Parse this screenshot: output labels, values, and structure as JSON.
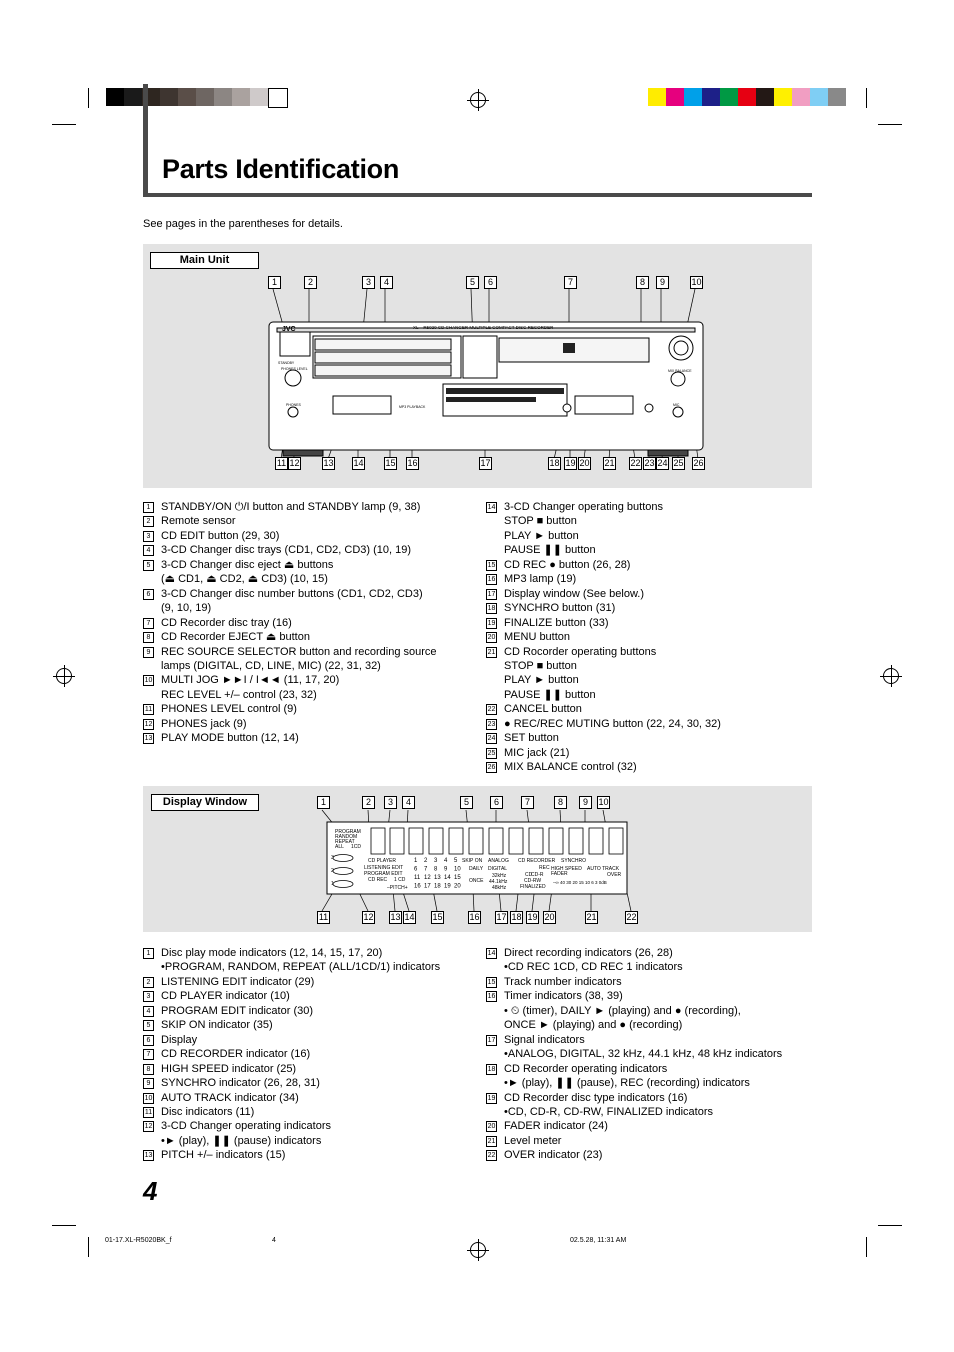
{
  "page": {
    "title": "Parts Identification",
    "intro": "See pages in the parentheses for details.",
    "page_number": "4",
    "footer_left": "01-17.XL-R5020BK_f",
    "footer_center": "4",
    "footer_right": "02.5.28, 11:31 AM"
  },
  "print_marks": {
    "gray_swatches": [
      "#000000",
      "#1a1a1a",
      "#2e2620",
      "#3e3530",
      "#5a4e48",
      "#6e6662",
      "#8c8683",
      "#aaa29f",
      "#cfcaca",
      "#ffffff"
    ],
    "color_swatches": [
      "#ffec00",
      "#e6007e",
      "#00a0e9",
      "#1d2088",
      "#009944",
      "#e60012",
      "#231815",
      "#fff000",
      "#f19ec2",
      "#7fcef4",
      "#898989"
    ]
  },
  "main_unit": {
    "label": "Main Unit",
    "device_title": "XL – R5020  CD CHANGER  MULTIPLE COMPACT DISC RECORDER",
    "brand": "JVC",
    "panel_texts": {
      "standby": "STANDBY",
      "phones_level": "PHONES LEVEL",
      "phones": "PHONES",
      "mp3_playback": "MP3 PLAYBACK",
      "mic": "MIC",
      "mix_balance": "MIX BALANCE"
    },
    "callouts_top": [
      "1",
      "2",
      "3",
      "4",
      "5",
      "6",
      "7",
      "8",
      "9",
      "10"
    ],
    "callouts_bottom": [
      "11",
      "12",
      "13",
      "14",
      "15",
      "16",
      "17",
      "18",
      "19",
      "20",
      "21",
      "22",
      "23",
      "24",
      "25",
      "26"
    ]
  },
  "main_list_left": [
    {
      "n": "1",
      "text": "STANDBY/ON ⏻/I button and STANDBY lamp (9, 38)"
    },
    {
      "n": "2",
      "text": "Remote sensor"
    },
    {
      "n": "3",
      "text": "CD EDIT button (29, 30)"
    },
    {
      "n": "4",
      "text": "3-CD Changer disc trays (CD1, CD2, CD3) (10, 19)"
    },
    {
      "n": "5",
      "text": "3-CD Changer disc eject ⏏ buttons"
    },
    {
      "n": "",
      "text": "(⏏ CD1, ⏏ CD2, ⏏ CD3) (10, 15)"
    },
    {
      "n": "6",
      "text": " 3-CD Changer disc number buttons (CD1, CD2, CD3)"
    },
    {
      "n": "",
      "text": "(9, 10, 19)"
    },
    {
      "n": "7",
      "text": "CD Recorder disc tray (16)"
    },
    {
      "n": "8",
      "text": "CD Recorder EJECT ⏏ button"
    },
    {
      "n": "9",
      "text": "REC SOURCE SELECTOR button and recording source"
    },
    {
      "n": "",
      "text": "lamps (DIGITAL, CD, LINE, MIC) (22, 31, 32)"
    },
    {
      "n": "10",
      "text": "MULTI JOG ►►I / I◄◄ (11, 17, 20)"
    },
    {
      "n": "",
      "text": "REC LEVEL +/– control (23, 32)"
    },
    {
      "n": "11",
      "text": "PHONES LEVEL control (9)"
    },
    {
      "n": "12",
      "text": "PHONES jack (9)"
    },
    {
      "n": "13",
      "text": "PLAY MODE button (12, 14)"
    }
  ],
  "main_list_right": [
    {
      "n": "14",
      "text": "3-CD Changer operating buttons"
    },
    {
      "n": "",
      "text": "STOP ■ button"
    },
    {
      "n": "",
      "text": "PLAY ► button"
    },
    {
      "n": "",
      "text": "PAUSE ❚❚ button"
    },
    {
      "n": "15",
      "text": "CD REC ● button (26, 28)"
    },
    {
      "n": "16",
      "text": "MP3 lamp (19)"
    },
    {
      "n": "17",
      "text": "Display window (See below.)"
    },
    {
      "n": "18",
      "text": "SYNCHRO button (31)"
    },
    {
      "n": "19",
      "text": "FINALIZE button (33)"
    },
    {
      "n": "20",
      "text": "MENU button"
    },
    {
      "n": "21",
      "text": "CD Rocorder operating buttons"
    },
    {
      "n": "",
      "text": "STOP ■ button"
    },
    {
      "n": "",
      "text": "PLAY ► button"
    },
    {
      "n": "",
      "text": "PAUSE ❚❚ button"
    },
    {
      "n": "22",
      "text": "CANCEL button"
    },
    {
      "n": "23",
      "text": "● REC/REC MUTING button (22, 24, 30, 32)"
    },
    {
      "n": "24",
      "text": "SET button"
    },
    {
      "n": "25",
      "text": "MIC jack (21)"
    },
    {
      "n": "26",
      "text": "MIX BALANCE control (32)"
    }
  ],
  "display_window": {
    "label": "Display Window",
    "callouts_top": [
      "1",
      "2",
      "3",
      "4",
      "5",
      "6",
      "7",
      "8",
      "9",
      "10"
    ],
    "callouts_bottom": [
      "11",
      "12",
      "13",
      "14",
      "15",
      "16",
      "17",
      "18",
      "19",
      "20",
      "21",
      "22"
    ],
    "texts": {
      "mode": [
        "PROGRAM",
        "RANDOM",
        "REPEAT",
        "ALL",
        "1CD"
      ],
      "cd_player": "CD PLAYER",
      "listening_edit": "LISTENING EDIT",
      "program_edit": "PROGRAM EDIT",
      "cd_rec": "CD REC",
      "one_cd": "1 CD",
      "pitch": "–PITCH+",
      "skip_on": "SKIP ON",
      "daily": "DAILY",
      "once": "ONCE",
      "analog": "ANALOG",
      "digital": "DIGITAL",
      "khz32": "32kHz",
      "khz441": "44.1kHz",
      "khz48": "48kHz",
      "cd_recorder": "CD RECORDER",
      "synchro": "SYNCHRO",
      "high_speed": "HIGH SPEED",
      "auto_track": "AUTO TRACK",
      "fader": "FADER",
      "over": "OVER",
      "cd": "CD",
      "cd_r": "CD-R",
      "cd_rw": "CD-RW",
      "finalized": "FINALIZED",
      "rec": "REC",
      "level_scale": "–∞ 40 30 20 15 10  6   3   0dB",
      "disc_numbers": [
        "3",
        "2",
        "1"
      ],
      "track_numbers": [
        "1",
        "2",
        "3",
        "4",
        "5",
        "6",
        "7",
        "8",
        "9",
        "10",
        "11",
        "12",
        "13",
        "14",
        "15",
        "16",
        "17",
        "18",
        "19",
        "20"
      ]
    }
  },
  "display_list_left": [
    {
      "n": "1",
      "text": "Disc play mode indicators (12, 14, 15, 17, 20)"
    },
    {
      "n": "",
      "text": "•PROGRAM, RANDOM, REPEAT (ALL/1CD/1) indicators"
    },
    {
      "n": "2",
      "text": "LISTENING EDIT indicator (29)"
    },
    {
      "n": "3",
      "text": "CD PLAYER indicator (10)"
    },
    {
      "n": "4",
      "text": "PROGRAM EDIT indicator (30)"
    },
    {
      "n": "5",
      "text": "SKIP ON indicator (35)"
    },
    {
      "n": "6",
      "text": "Display"
    },
    {
      "n": "7",
      "text": "CD RECORDER indicator (16)"
    },
    {
      "n": "8",
      "text": "HIGH SPEED indicator (25)"
    },
    {
      "n": "9",
      "text": "SYNCHRO indicator (26, 28, 31)"
    },
    {
      "n": "10",
      "text": "AUTO TRACK indicator (34)"
    },
    {
      "n": "11",
      "text": "Disc indicators (11)"
    },
    {
      "n": "12",
      "text": "3-CD Changer operating indicators"
    },
    {
      "n": "",
      "text": "•► (play), ❚❚ (pause) indicators"
    },
    {
      "n": "13",
      "text": "PITCH +/– indicators (15)"
    }
  ],
  "display_list_right": [
    {
      "n": "14",
      "text": "Direct recording indicators (26, 28)"
    },
    {
      "n": "",
      "text": "•CD REC 1CD, CD REC 1 indicators"
    },
    {
      "n": "15",
      "text": "Track number indicators"
    },
    {
      "n": "16",
      "text": "Timer indicators (38, 39)"
    },
    {
      "n": "",
      "text": "• ⏲ (timer), DAILY ► (playing) and ● (recording),"
    },
    {
      "n": "",
      "text": "  ONCE ► (playing) and ● (recording)"
    },
    {
      "n": "17",
      "text": "Signal indicators"
    },
    {
      "n": "",
      "text": "•ANALOG, DIGITAL, 32 kHz, 44.1 kHz, 48 kHz indicators"
    },
    {
      "n": "18",
      "text": "CD Recorder operating indicators"
    },
    {
      "n": "",
      "text": "•► (play), ❚❚ (pause), REC (recording) indicators"
    },
    {
      "n": "19",
      "text": "CD Recorder disc type indicators (16)"
    },
    {
      "n": "",
      "text": "•CD, CD-R, CD-RW, FINALIZED indicators"
    },
    {
      "n": "20",
      "text": "FADER indicator (24)"
    },
    {
      "n": "21",
      "text": "Level meter"
    },
    {
      "n": "22",
      "text": "OVER indicator (23)"
    }
  ]
}
